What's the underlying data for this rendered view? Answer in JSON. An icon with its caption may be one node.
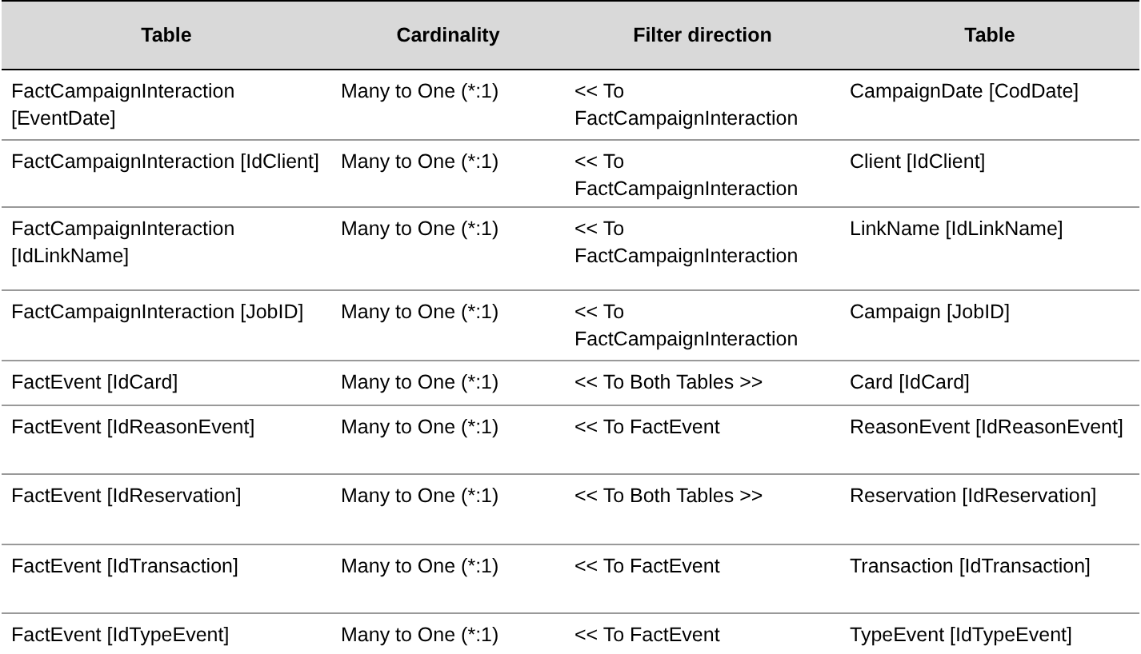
{
  "diagram": {
    "labels": [
      "Table",
      "Cardinality",
      "Filter direction",
      "Table",
      "FactCampaignInteraction [EventDate]",
      "Many to One (*:1)",
      "<< To FactCampaignInteraction",
      "CampaignDate [CodDate]",
      "FactCampaignInteraction [IdClient]",
      "Many to One (*:1)",
      "<< To FactCampaignInteraction",
      "Client [IdClient]",
      "FactCampaignInteraction [IdLinkName]",
      "Many to One (*:1)",
      "<< To FactCampaignInteraction",
      "LinkName [IdLinkName]",
      "FactCampaignInteraction [JobID]",
      "Many to One (*:1)",
      "<< To FactCampaignInteraction",
      "Campaign [JobID]",
      "FactEvent [IdCard]",
      "Many to One (*:1)",
      "<< To Both Tables >>",
      "Card [IdCard]",
      "FactEvent [IdReasonEvent]",
      "Many to One (*:1)",
      "<< To FactEvent",
      "ReasonEvent [IdReasonEvent]",
      "FactEvent [IdReservation]",
      "Many to One (*:1)",
      "<< To Both Tables >>",
      "Reservation [IdReservation]",
      "FactEvent [IdTransaction]",
      "Many to One (*:1)",
      "<< To FactEvent",
      "Transaction [IdTransaction]",
      "FactEvent [IdTypeEvent]",
      "Many to One (*:1)",
      "<< To FactEvent",
      "TypeEvent [IdTypeEvent]"
    ]
  }
}
